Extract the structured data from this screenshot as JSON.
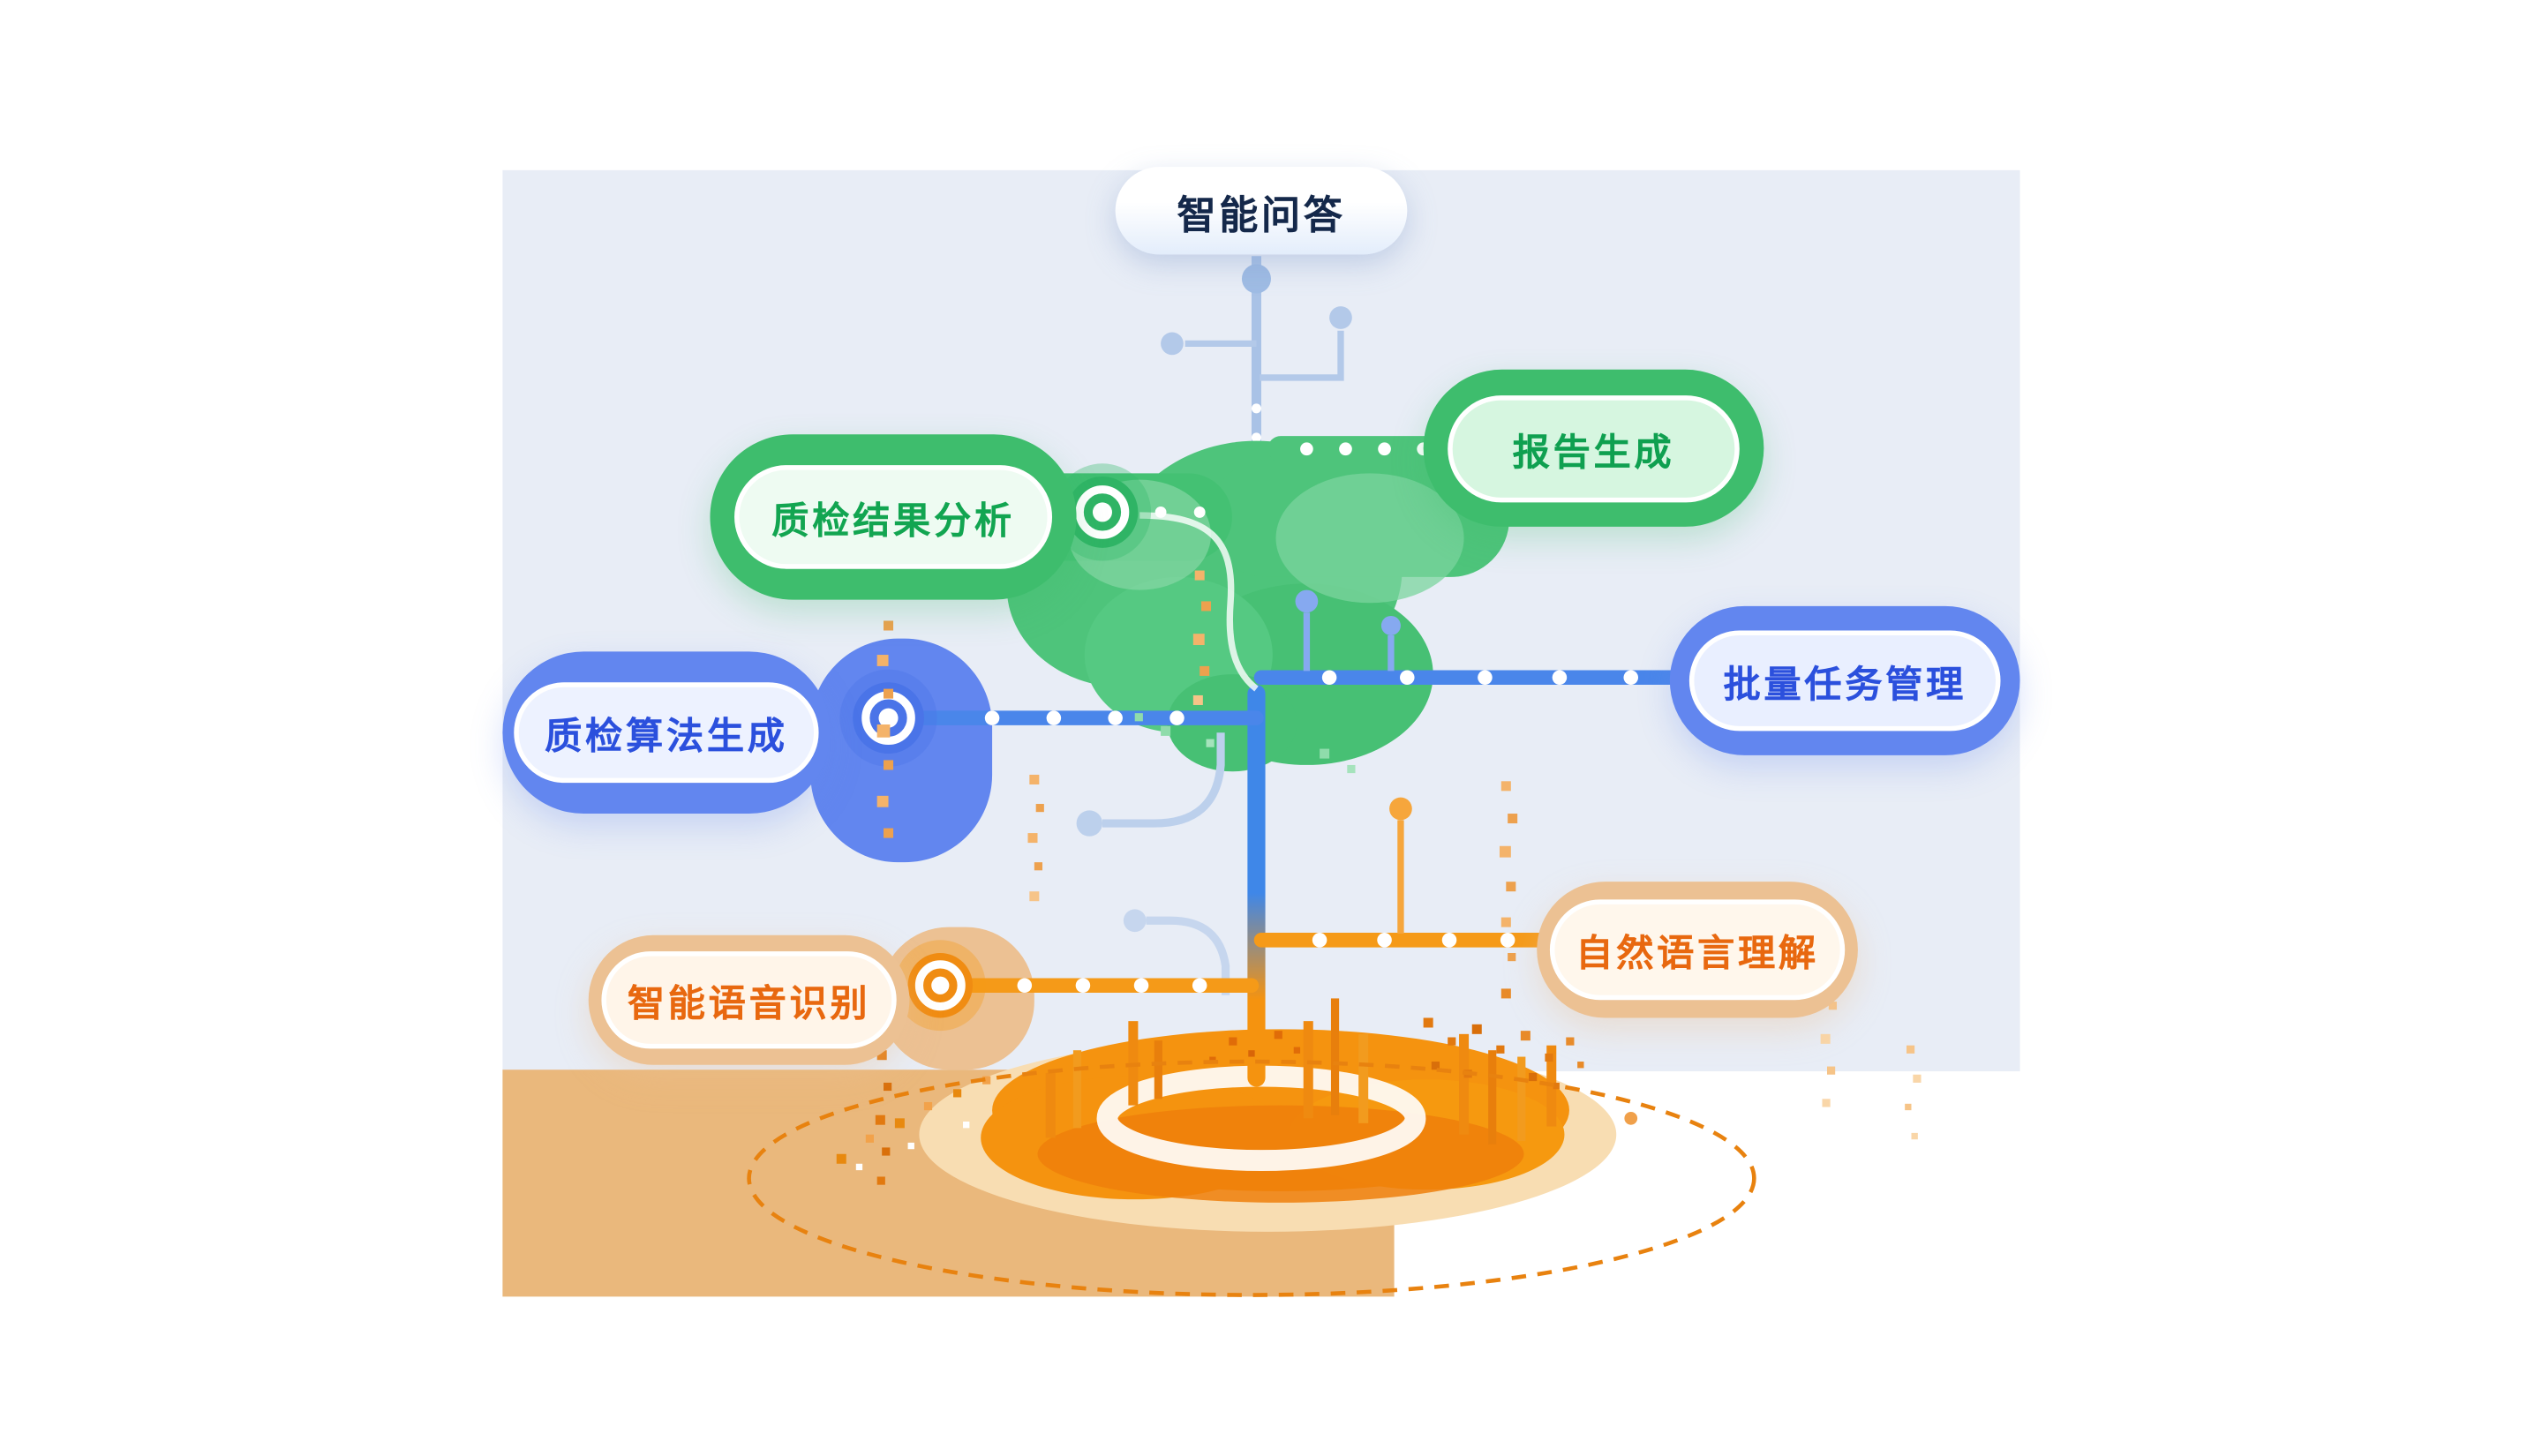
{
  "diagram": {
    "nodes": {
      "qa": {
        "label": "智能问答",
        "tier": "top"
      },
      "report": {
        "label": "报告生成",
        "tier": "green"
      },
      "qc_result": {
        "label": "质检结果分析",
        "tier": "green"
      },
      "batch": {
        "label": "批量任务管理",
        "tier": "blue"
      },
      "qc_algo": {
        "label": "质检算法生成",
        "tier": "blue"
      },
      "nlu": {
        "label": "自然语言理解",
        "tier": "orange"
      },
      "asr": {
        "label": "智能语音识别",
        "tier": "orange"
      }
    },
    "colors": {
      "panel_bg": "#e8edf6",
      "ground": "#eab87c",
      "green": "#3ebd6d",
      "green_text": "#0fa050",
      "blue": "#6286ef",
      "blue_text": "#2b50dd",
      "orange_pill": "#ecc193",
      "orange_text": "#e8680f",
      "trunk_blue": "#3f87e8",
      "trunk_orange": "#f5930f",
      "qa_text": "#14284a",
      "dashed_ring": "#e8820f"
    }
  }
}
